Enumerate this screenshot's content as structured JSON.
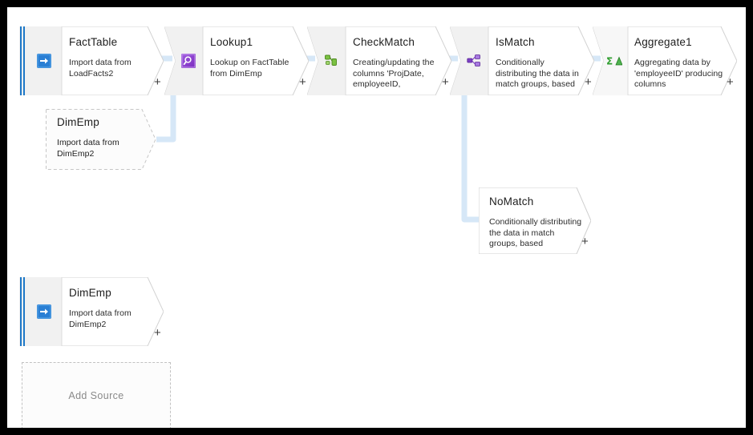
{
  "canvas": {
    "background_color": "#ffffff",
    "frame_color": "#000000",
    "connector_color": "#d6e7f7",
    "accent_color": "#1e78c8"
  },
  "nodes": [
    {
      "id": "facttable",
      "name": "FactTable",
      "description": "Import data from LoadFacts2",
      "icon": "import-source-icon",
      "icon_color": "#2a7fd4",
      "kind": "source",
      "style": "solid",
      "plus": "+"
    },
    {
      "id": "lookup1",
      "name": "Lookup1",
      "description": "Lookup on FactTable from DimEmp",
      "icon": "lookup-magnifier-icon",
      "icon_color": "#8a3fd1",
      "kind": "transform",
      "style": "solid",
      "plus": "+"
    },
    {
      "id": "checkmatch",
      "name": "CheckMatch",
      "description": "Creating/updating the columns 'ProjDate, employeeID,",
      "icon": "derived-column-icon",
      "icon_color": "#64a70b",
      "kind": "transform",
      "style": "solid",
      "plus": "+"
    },
    {
      "id": "ismatch",
      "name": "IsMatch",
      "description": "Conditionally distributing the data in match groups, based",
      "icon": "conditional-split-icon",
      "icon_color": "#8a3fd1",
      "kind": "transform",
      "style": "solid",
      "plus": "+"
    },
    {
      "id": "aggregate1",
      "name": "Aggregate1",
      "description": "Aggregating data by 'employeeID' producing columns",
      "icon": "aggregate-sigma-icon",
      "icon_color": "#2f9e2f",
      "kind": "transform",
      "style": "solid",
      "plus": "+"
    },
    {
      "id": "nomatch",
      "name": "NoMatch",
      "description": "Conditionally distributing the data in match groups, based",
      "icon": "none",
      "icon_color": "",
      "kind": "branch-output",
      "style": "solid",
      "plus": "+"
    },
    {
      "id": "dimemp-ghost",
      "name": "DimEmp",
      "description": "Import data from DimEmp2",
      "icon": "none",
      "icon_color": "",
      "kind": "source-reference",
      "style": "dashed",
      "plus": ""
    },
    {
      "id": "dimemp",
      "name": "DimEmp",
      "description": "Import data from DimEmp2",
      "icon": "import-source-icon",
      "icon_color": "#2a7fd4",
      "kind": "source",
      "style": "solid",
      "plus": "+"
    }
  ],
  "add_source": {
    "label": "Add Source"
  }
}
